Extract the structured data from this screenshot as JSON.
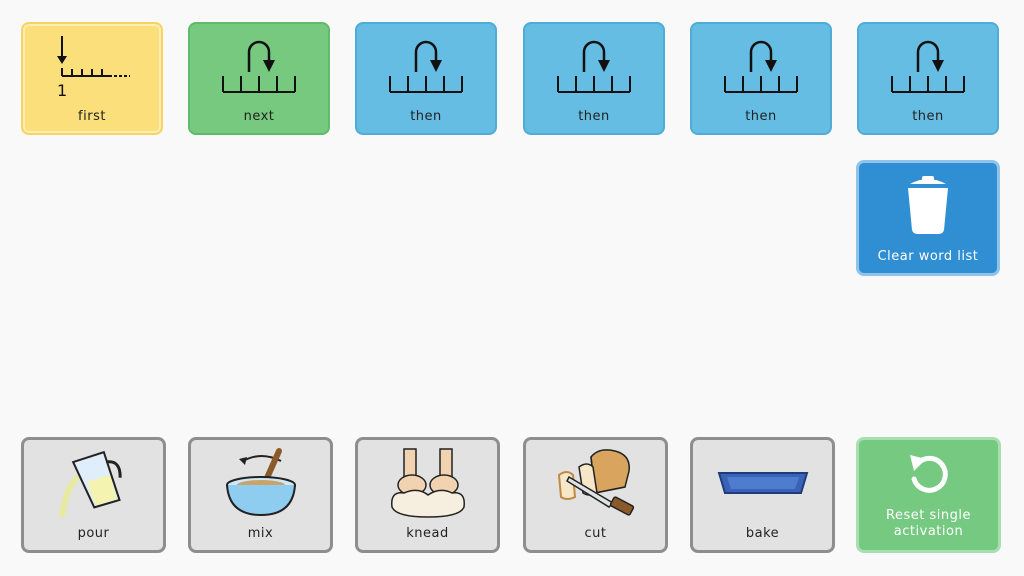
{
  "sequence_tiles": [
    {
      "label": "first"
    },
    {
      "label": "next"
    },
    {
      "label": "then"
    },
    {
      "label": "then"
    },
    {
      "label": "then"
    },
    {
      "label": "then"
    }
  ],
  "controls": {
    "clear_label": "Clear word list",
    "reset_label_line1": "Reset single",
    "reset_label_line2": "activation"
  },
  "action_tiles": [
    {
      "label": "pour"
    },
    {
      "label": "mix"
    },
    {
      "label": "knead"
    },
    {
      "label": "cut"
    },
    {
      "label": "bake"
    }
  ],
  "colors": {
    "first": "#fbdf7a",
    "next": "#77c97f",
    "then": "#66bde3",
    "clear": "#2f8fd2",
    "reset": "#76c981",
    "action": "#e2e2e2"
  }
}
